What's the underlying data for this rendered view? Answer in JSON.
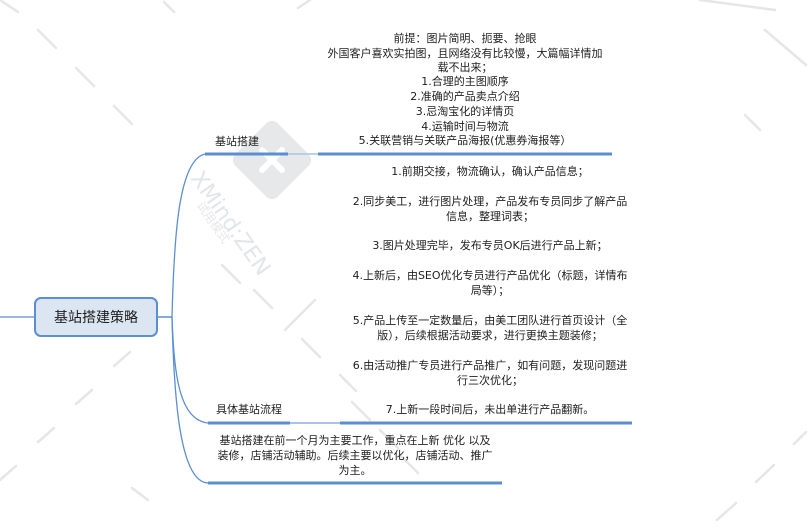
{
  "watermark": {
    "brand": "XMind:ZEN",
    "mode": "试用模式"
  },
  "colors": {
    "line": "#5b8fd1",
    "root_fill": "#dce6f2",
    "root_border": "#5b8fd1",
    "watermark": "#e3e5e8"
  },
  "root": {
    "label": "基站搭建策略"
  },
  "branches": [
    {
      "label": "基站搭建",
      "note_lines": [
        "前提：图片简明、扼要、抢眼",
        "外国客户喜欢实拍图，且网络没有比较慢，大篇幅详情加",
        "载不出来；",
        "1.合理的主图顺序",
        "2.准确的产品卖点介绍",
        "3.忌淘宝化的详情页",
        "4.运输时间与物流",
        "5.关联营销与关联产品海报(优惠券海报等）"
      ]
    },
    {
      "label": "具体基站流程",
      "steps": [
        {
          "lines": [
            "1.前期交接，物流确认，确认产品信息；"
          ]
        },
        {
          "lines": [
            "2.同步美工，进行图片处理，产品发布专员同步了解产品",
            "信息，整理词表；"
          ]
        },
        {
          "lines": [
            "3.图片处理完毕，发布专员OK后进行产品上新；"
          ]
        },
        {
          "lines": [
            "4.上新后，由SEO优化专员进行产品优化（标题，详情布",
            "局等）；"
          ]
        },
        {
          "lines": [
            "5.产品上传至一定数量后，由美工团队进行首页设计（全",
            "版），后续根据活动要求，进行更换主题装修；"
          ]
        },
        {
          "lines": [
            "6.由活动推广专员进行产品推广，如有问题，发现问题进",
            "行三次优化；"
          ]
        },
        {
          "lines": [
            "7.上新一段时间后，未出单进行产品翻新。"
          ]
        }
      ]
    },
    {
      "label": "",
      "note_lines": [
        "基站搭建在前一个月为主要工作，重点在上新 优化 以及",
        "装修，店铺活动辅助。后续主要以优化，店铺活动、推广",
        "为主。"
      ]
    }
  ]
}
